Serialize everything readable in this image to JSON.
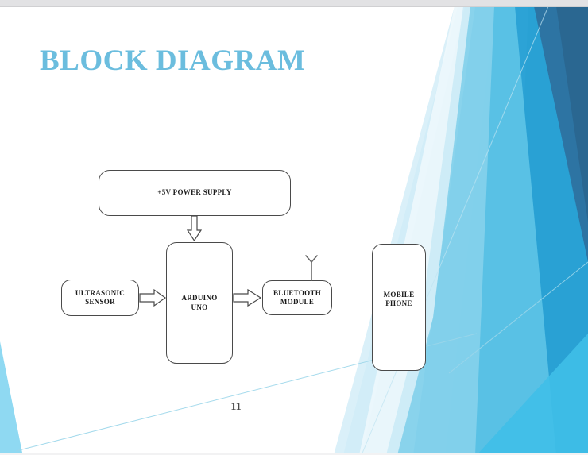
{
  "slide": {
    "title": "BLOCK DIAGRAM",
    "number": "11",
    "title_color": "#6BBDDE",
    "background_color": "#ffffff"
  },
  "diagram": {
    "blocks": [
      {
        "id": "power",
        "label": "+5V POWER SUPPLY",
        "shape": "rounded-rectangle"
      },
      {
        "id": "ultrasonic",
        "label": "ULTRASONIC\nSENSOR",
        "line1": "ULTRASONIC",
        "line2": "SENSOR",
        "shape": "rounded-rectangle"
      },
      {
        "id": "arduino",
        "label": "ARDUINO\nUNO",
        "line1": "ARDUINO",
        "line2": "UNO",
        "shape": "rounded-rectangle"
      },
      {
        "id": "bluetooth",
        "label": "BLUETOOTH\nMODULE",
        "line1": "BLUETOOTH",
        "line2": "MODULE",
        "shape": "rounded-rectangle"
      },
      {
        "id": "mobile",
        "label": "MOBILE\nPHONE",
        "line1": "MOBILE",
        "line2": "PHONE",
        "shape": "rounded-rectangle"
      }
    ],
    "connectors": [
      {
        "from": "power",
        "to": "arduino",
        "direction": "down",
        "style": "block-arrow"
      },
      {
        "from": "ultrasonic",
        "to": "arduino",
        "direction": "right",
        "style": "block-arrow"
      },
      {
        "from": "arduino",
        "to": "bluetooth",
        "direction": "right",
        "style": "block-arrow"
      }
    ],
    "decorations": [
      {
        "id": "antenna",
        "attached_to": "bluetooth",
        "shape": "y-antenna"
      }
    ],
    "stroke_color": "#4a4a4a",
    "text_color": "#1a1a1a"
  },
  "decor": {
    "palette": {
      "pale_blue": "#D6EEF8",
      "light_blue": "#8FD4EC",
      "sky_blue": "#62C7E8",
      "cyan_blue": "#3FBFE8",
      "mid_blue": "#29A9DD",
      "deep_blue": "#2E75A5",
      "navy_blue": "#1F5F8B",
      "left_wedge": "#8FD9F2",
      "hairline": "#9BD6EA"
    },
    "top_band_color": "#e2e2e4"
  }
}
